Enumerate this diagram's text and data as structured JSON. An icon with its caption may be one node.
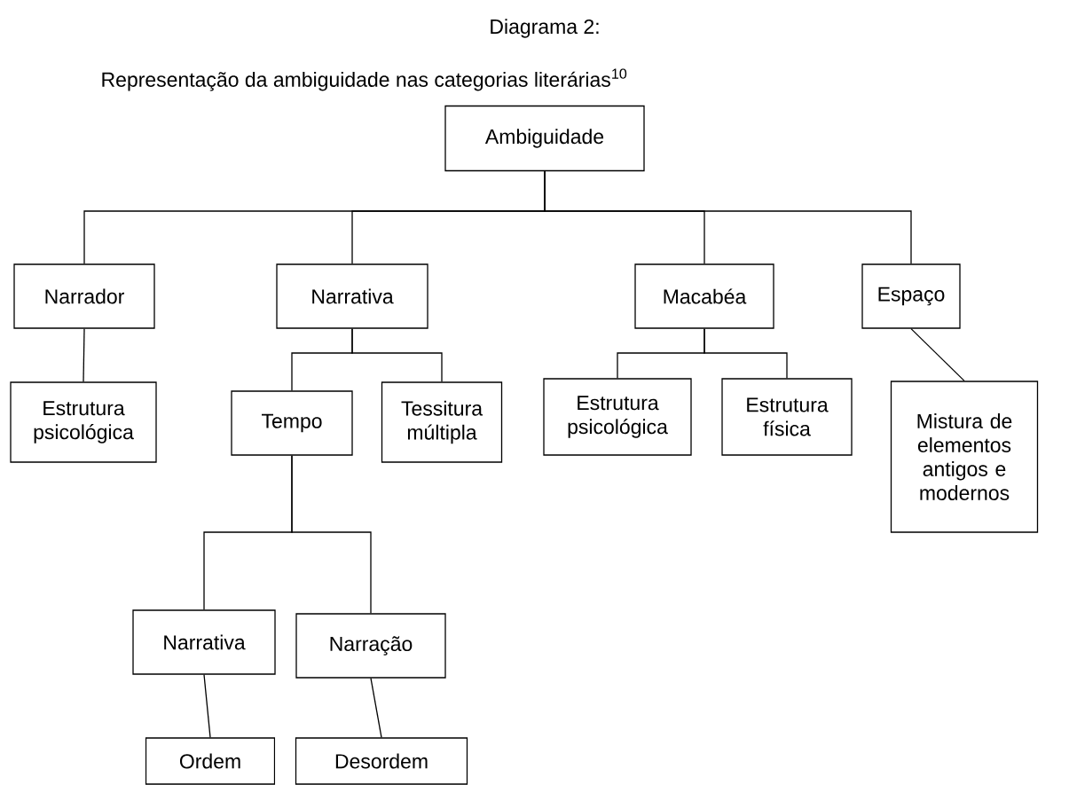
{
  "diagram": {
    "title": "Diagrama 2:",
    "caption": "Representação da ambiguidade nas categorias literárias$^{10}$",
    "nodes": [
      {
        "text": [
          "Ambiguidade"
        ]
      },
      {
        "text": [
          "Narrador"
        ]
      },
      {
        "text": [
          "Narrativa"
        ]
      },
      {
        "text": [
          "Macabéa"
        ]
      },
      {
        "text": [
          "Espaço"
        ]
      },
      {
        "text": [
          "Estrutura psicológica"
        ]
      },
      {
        "text": [
          "Tempo"
        ]
      },
      {
        "text": [
          "Tessitura múltipla"
        ]
      },
      {
        "text": [
          "Estrutura psicológica"
        ]
      },
      {
        "text": [
          "Estrutura física"
        ]
      },
      {
        "text": [
          "Mistura de elementos antigos e modernos"
        ]
      },
      {
        "text": [
          "Narrativa"
        ]
      },
      {
        "text": [
          "Narração"
        ]
      },
      {
        "text": [
          "Ordem"
        ]
      },
      {
        "text": [
          "Desordem"
        ]
      }
    ],
    "edges": [
      {
        "from": 0,
        "to": 1,
        "arrow": "none"
      },
      {
        "from": 0,
        "to": 2,
        "arrow": "none"
      },
      {
        "from": 0,
        "to": 3,
        "arrow": "none"
      },
      {
        "from": 0,
        "to": 4,
        "arrow": "none"
      },
      {
        "from": 1,
        "to": 5,
        "arrow": "none"
      },
      {
        "from": 2,
        "to": 6,
        "arrow": "none"
      },
      {
        "from": 2,
        "to": 7,
        "arrow": "none"
      },
      {
        "from": 3,
        "to": 8,
        "arrow": "none"
      },
      {
        "from": 3,
        "to": 9,
        "arrow": "none"
      },
      {
        "from": 4,
        "to": 10,
        "arrow": "none"
      },
      {
        "from": 6,
        "to": 11,
        "arrow": "none"
      },
      {
        "from": 6,
        "to": 12,
        "arrow": "none"
      },
      {
        "from": 11,
        "to": 13,
        "arrow": "none"
      },
      {
        "from": 12,
        "to": 14,
        "arrow": "none"
      }
    ]
  }
}
